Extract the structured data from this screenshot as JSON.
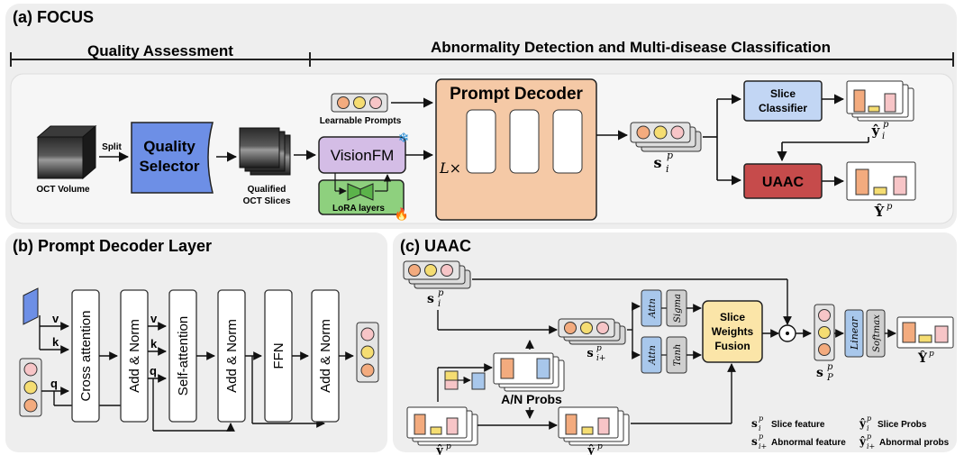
{
  "panel_a": {
    "title": "(a) FOCUS",
    "section_left": "Quality Assessment",
    "section_right": "Abnormality Detection and Multi-disease Classification",
    "oct_volume": "OCT Volume",
    "split": "Split",
    "quality_selector_line1": "Quality",
    "quality_selector_line2": "Selector",
    "qualified_line1": "Qualified",
    "qualified_line2": "OCT Slices",
    "learnable_prompts": "Learnable Prompts",
    "visionfm": "VisionFM",
    "lora": "LoRA layers",
    "prompt_decoder": "Prompt Decoder",
    "l_times": "L×",
    "s_feature_label": "s",
    "slice_classifier_line1": "Slice",
    "slice_classifier_line2": "Classifier",
    "y_hat_label": "ŷ",
    "uaac": "UAAC",
    "Y_hat_label": "Ŷ"
  },
  "panel_b": {
    "title": "(b) Prompt Decoder Layer",
    "v": "v",
    "k": "k",
    "q": "q",
    "cross_attention": "Cross attention",
    "add_norm_1": "Add & Norm",
    "self_attention": "Self-attention",
    "add_norm_2": "Add & Norm",
    "ffn": "FFN",
    "add_norm_3": "Add & Norm"
  },
  "panel_c": {
    "title": "(c) UAAC",
    "attn1": "Attn",
    "sigma": "Sigma",
    "attn2": "Attn",
    "tanh": "Tanh",
    "fusion_line1": "Slice",
    "fusion_line2": "Weights",
    "fusion_line3": "Fusion",
    "an_probs": "A/N Probs",
    "linear": "Linear",
    "softmax": "Softmax",
    "legend_slice_feature": "Slice feature",
    "legend_slice_probs": "Slice Probs",
    "legend_abnormal_feature": "Abnormal feature",
    "legend_abnormal_probs": "Abnormal probs"
  },
  "colors": {
    "quality_selector": "#6d8fe6",
    "visionfm": "#d4bde6",
    "lora": "#8ed07e",
    "prompt_decoder": "#f5c9a6",
    "slice_classifier": "#c2d6f4",
    "uaac": "#c64b4b",
    "fusion": "#fbe5a8",
    "bar_orange": "#f3ab7e",
    "bar_yellow": "#f5dd72",
    "bar_pink": "#f7c5c7",
    "bar_blue": "#a8c7eb"
  }
}
